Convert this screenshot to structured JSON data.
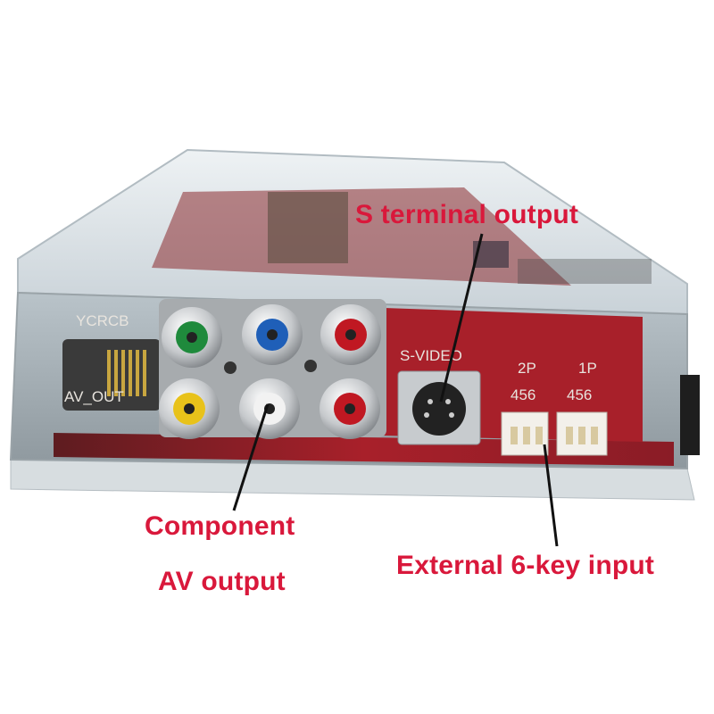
{
  "photo": {
    "board_labels": {
      "ycrcb": "YCRCB",
      "av_out": "AV_OUT",
      "s_video": "S-VIDEO",
      "p2": "2P",
      "p1": "1P",
      "keys_2p": "456",
      "keys_1p": "456"
    }
  },
  "callouts": {
    "s_terminal": "S terminal output",
    "component": "Component",
    "av_output": "AV output",
    "external_keys": "External 6-key input"
  },
  "colors": {
    "callout_text": "#d9183b",
    "pcb_red": "#a8202a",
    "acrylic": "#dfe6ea",
    "rca_green": "#1f8a3c",
    "rca_blue": "#1f5fb8",
    "rca_red": "#c01822",
    "rca_yellow": "#e8c21a",
    "rca_white": "#f2f2f2"
  }
}
